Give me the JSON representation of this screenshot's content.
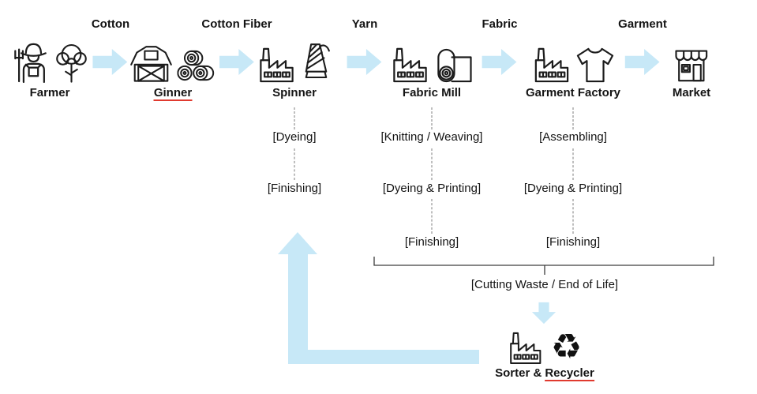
{
  "colors": {
    "arrow_blue": "#c7e8f7",
    "ink": "#141414",
    "underline_red": "#e03a2f",
    "dash_gray": "#7e7e7e"
  },
  "chain": {
    "flows": [
      "Cotton",
      "Cotton Fiber",
      "Yarn",
      "Fabric",
      "Garment"
    ],
    "stages": [
      {
        "label": "Farmer",
        "icons": [
          "farmer-icon",
          "cotton-plant-icon"
        ]
      },
      {
        "label": "Ginner",
        "icons": [
          "barn-icon",
          "cotton-bales-icon"
        ],
        "underlined": true
      },
      {
        "label": "Spinner",
        "icons": [
          "factory-icon",
          "yarn-cone-icon"
        ]
      },
      {
        "label": "Fabric Mill",
        "icons": [
          "factory-icon",
          "fabric-roll-icon"
        ]
      },
      {
        "label": "Garment Factory",
        "icons": [
          "factory-icon",
          "tshirt-icon"
        ]
      },
      {
        "label": "Market",
        "icons": [
          "market-store-icon"
        ]
      }
    ]
  },
  "processes": {
    "spinner": [
      "[Dyeing]",
      "[Finishing]"
    ],
    "fabric_mill": [
      "[Knitting / Weaving]",
      "[Dyeing & Printing]",
      "[Finishing]"
    ],
    "garment_factory": [
      "[Assembling]",
      "[Dyeing & Printing]",
      "[Finishing]"
    ]
  },
  "recycling": {
    "bracket_label": "[Cutting Waste / End of Life]",
    "sorter_label_prefix": "Sorter &",
    "sorter_label_underlined": "Recycler",
    "icons": [
      "sorter-factory-icon",
      "recycle-icon"
    ],
    "recycle_glyph": "♻"
  }
}
